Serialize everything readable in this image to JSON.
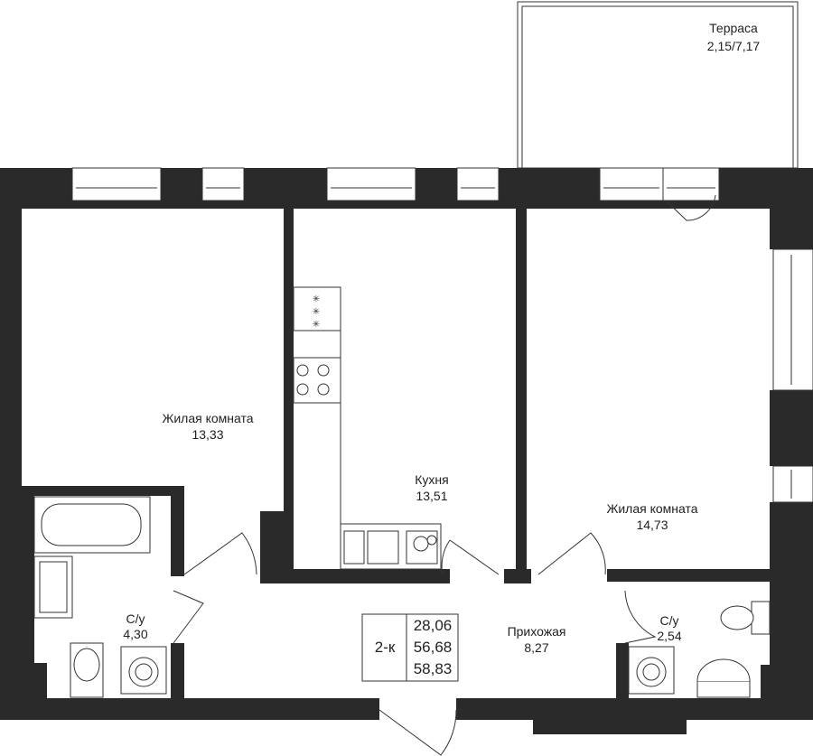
{
  "rooms": {
    "terrace": {
      "name": "Терраса",
      "area": "2,15/7,17"
    },
    "living1": {
      "name": "Жилая комната",
      "area": "13,33"
    },
    "kitchen": {
      "name": "Кухня",
      "area": "13,51"
    },
    "living2": {
      "name": "Жилая комната",
      "area": "14,73"
    },
    "bath1": {
      "name": "С/у",
      "area": "4,30"
    },
    "hall": {
      "name": "Прихожая",
      "area": "8,27"
    },
    "bath2": {
      "name": "С/у",
      "area": "2,54"
    }
  },
  "apartment": {
    "type": "2-к",
    "area_living": "28,06",
    "area_total": "56,68",
    "area_with_terrace": "58,83"
  }
}
